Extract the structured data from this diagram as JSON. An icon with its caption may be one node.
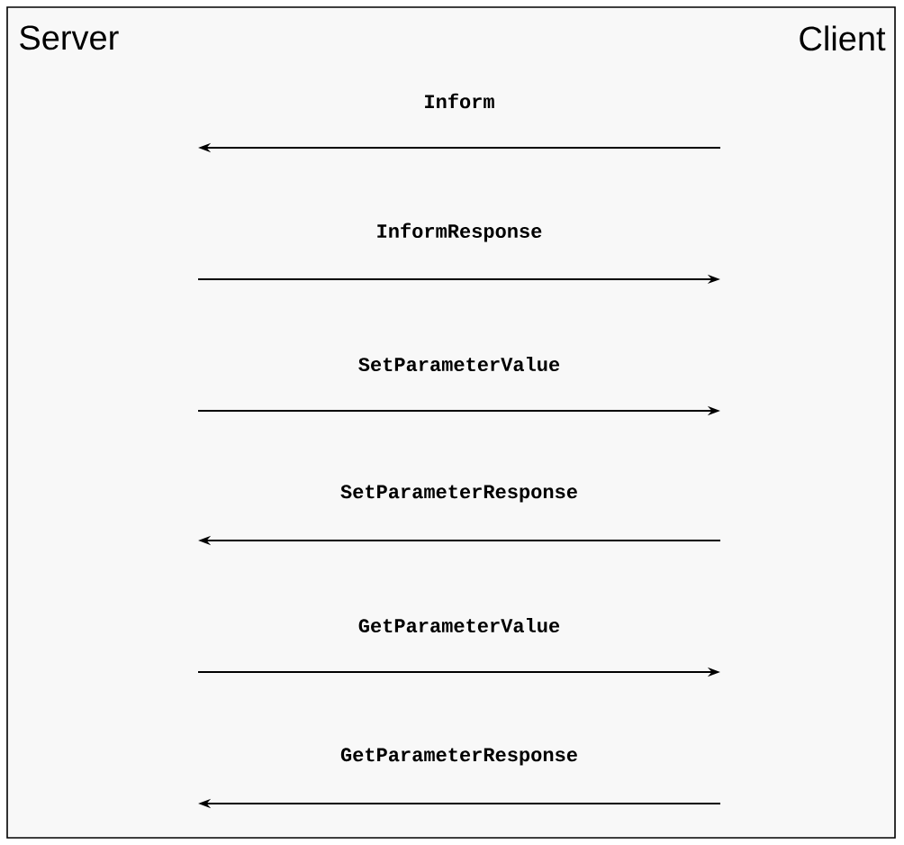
{
  "diagram": {
    "labels": [
      "Server",
      "Client",
      "Inform",
      "InformResponse",
      "SetParameterValue",
      "SetParameterResponse",
      "GetParameterValue",
      "GetParameterResponse"
    ]
  }
}
